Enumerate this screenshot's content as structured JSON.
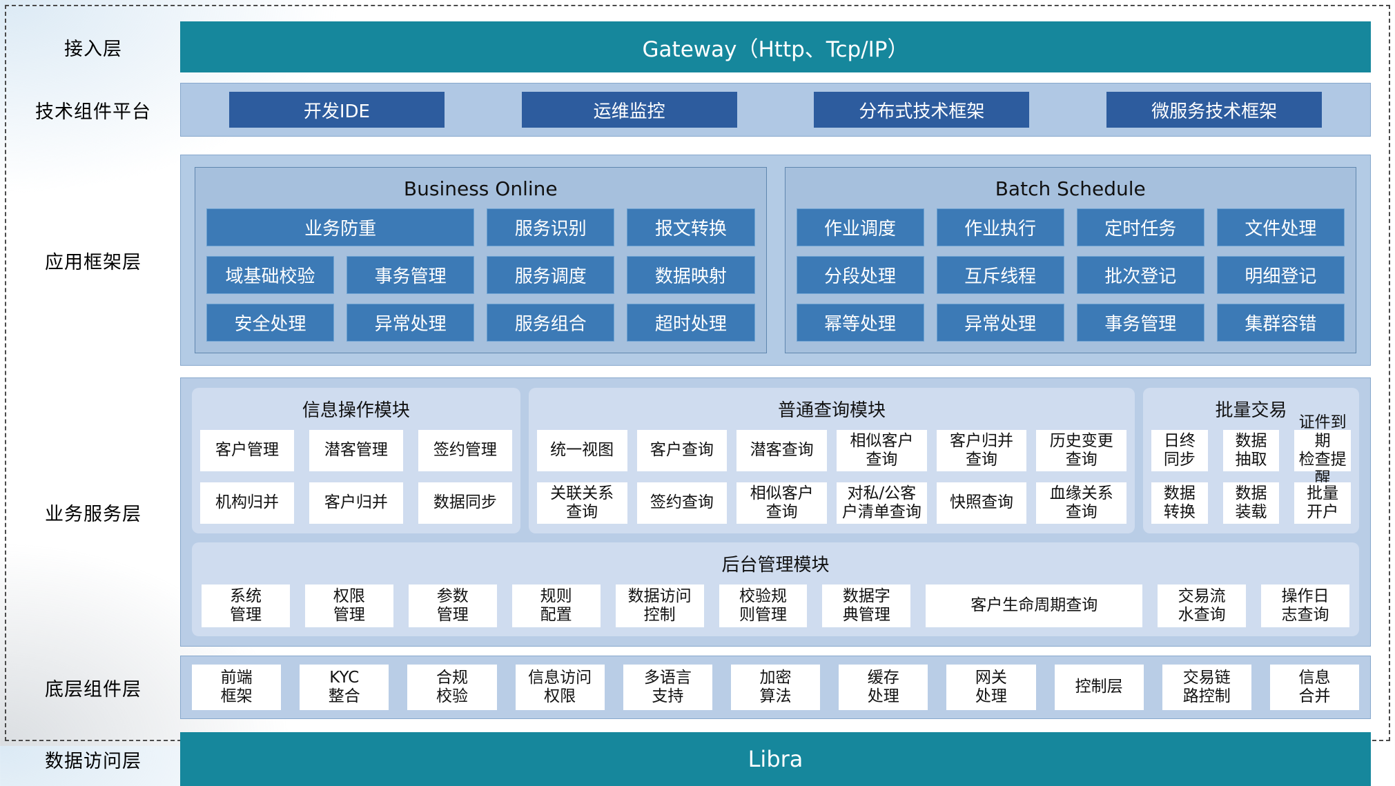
{
  "colors": {
    "teal": "#16879c",
    "light_blue_panel": "#b3cbe5",
    "dark_blue_button": "#2d5c9e",
    "medium_blue_button": "#3c7ab6",
    "module_panel": "#cfdcef",
    "card_bg": "#ffffff"
  },
  "access_layer": {
    "label": "接入层",
    "title": "Gateway（Http、Tcp/IP）"
  },
  "tech_platform": {
    "label": "技术组件平台",
    "items": [
      "开发IDE",
      "运维监控",
      "分布式技术框架",
      "微服务技术框架"
    ]
  },
  "app_framework": {
    "label": "应用框架层",
    "business_online": {
      "title": "Business Online",
      "row1": [
        "业务防重",
        "服务识别",
        "报文转换"
      ],
      "row2": [
        "域基础校验",
        "事务管理",
        "服务调度",
        "数据映射"
      ],
      "row3": [
        "安全处理",
        "异常处理",
        "服务组合",
        "超时处理"
      ]
    },
    "batch_schedule": {
      "title": "Batch Schedule",
      "row1": [
        "作业调度",
        "作业执行",
        "定时任务",
        "文件处理"
      ],
      "row2": [
        "分段处理",
        "互斥线程",
        "批次登记",
        "明细登记"
      ],
      "row3": [
        "幂等处理",
        "异常处理",
        "事务管理",
        "集群容错"
      ]
    }
  },
  "business_service": {
    "label": "业务服务层",
    "info_module": {
      "title": "信息操作模块",
      "cards": [
        "客户管理",
        "潜客管理",
        "签约管理",
        "机构归并",
        "客户归并",
        "数据同步"
      ]
    },
    "query_module": {
      "title": "普通查询模块",
      "cards": [
        "统一视图",
        "客户查询",
        "潜客查询",
        "相似客户\n查询",
        "客户归并\n查询",
        "历史变更\n查询",
        "关联关系\n查询",
        "签约查询",
        "相似客户\n查询",
        "对私/公客\n户清单查询",
        "快照查询",
        "血缘关系\n查询"
      ]
    },
    "batch_module": {
      "title": "批量交易",
      "cards": [
        "日终\n同步",
        "数据\n抽取",
        "证件到期\n检查提醒",
        "数据\n转换",
        "数据\n装载",
        "批量\n开户"
      ]
    },
    "admin_module": {
      "title": "后台管理模块",
      "cards": [
        "系统\n管理",
        "权限\n管理",
        "参数\n管理",
        "规则\n配置",
        "数据访问\n控制",
        "校验规\n则管理",
        "数据字\n典管理",
        "客户生命周期查询",
        "交易流\n水查询",
        "操作日\n志查询"
      ]
    }
  },
  "base_components": {
    "label": "底层组件层",
    "cards": [
      "前端\n框架",
      "KYC\n整合",
      "合规\n校验",
      "信息访问\n权限",
      "多语言\n支持",
      "加密\n算法",
      "缓存\n处理",
      "网关\n处理",
      "控制层",
      "交易链\n路控制",
      "信息\n合并"
    ]
  },
  "data_access": {
    "label": "数据访问层",
    "title": "Libra"
  }
}
